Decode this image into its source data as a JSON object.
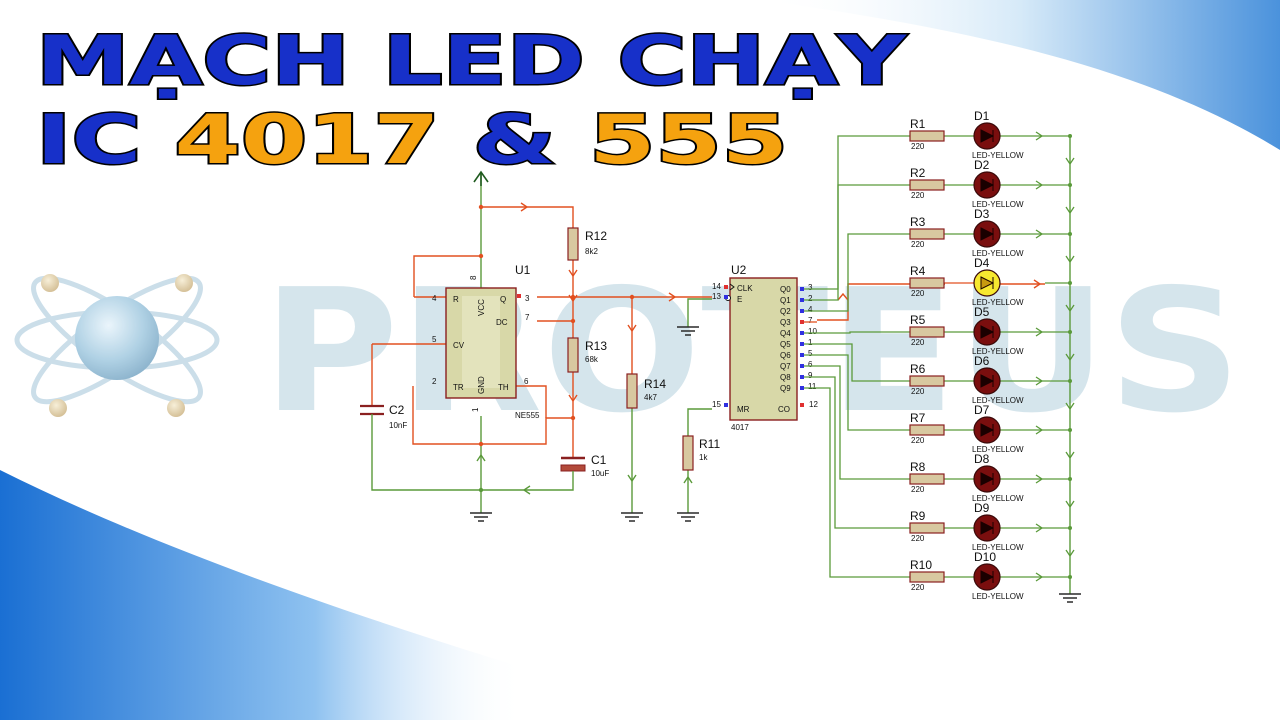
{
  "colors": {
    "title_blue": "#1730c9",
    "title_orange": "#f5a20f",
    "title_outline": "#000000",
    "wire_green": "#5a9a3a",
    "wire_red": "#e25020",
    "body_fill": "#d8d8a8",
    "body_stroke": "#8a2020",
    "pin_red": "#e03030",
    "pin_blue": "#3030e0",
    "led_off": "#7a0e0e",
    "led_on": "#f7e830",
    "watermark": "#c8dde6",
    "swoosh": "#1e78d8"
  },
  "title": {
    "line1": "MẠCH LED CHẠY",
    "line2_a": "IC ",
    "line2_b": "4017",
    "line2_c": " & ",
    "line2_d": "555"
  },
  "watermark_text": "PROTEUS",
  "logo_icon": "atom-logo-icon",
  "u1": {
    "ref": "U1",
    "part": "NE555",
    "pins": {
      "r": "R",
      "vcc": "VCC",
      "q": "Q",
      "dc": "DC",
      "cv": "CV",
      "tr": "TR",
      "gnd": "GND",
      "th": "TH",
      "n4": "4",
      "n8": "8",
      "n3": "3",
      "n7": "7",
      "n5": "5",
      "n2": "2",
      "n1": "1",
      "n6": "6"
    }
  },
  "u2": {
    "ref": "U2",
    "part": "4017",
    "pins": {
      "clk": "CLK",
      "e": "E",
      "mr": "MR",
      "co": "CO",
      "n14": "14",
      "n13": "13",
      "n15": "15",
      "n12": "12"
    },
    "outputs": [
      {
        "label": "Q0",
        "pin": "3"
      },
      {
        "label": "Q1",
        "pin": "2"
      },
      {
        "label": "Q2",
        "pin": "4"
      },
      {
        "label": "Q3",
        "pin": "7"
      },
      {
        "label": "Q4",
        "pin": "10"
      },
      {
        "label": "Q5",
        "pin": "1"
      },
      {
        "label": "Q6",
        "pin": "5"
      },
      {
        "label": "Q7",
        "pin": "6"
      },
      {
        "label": "Q8",
        "pin": "9"
      },
      {
        "label": "Q9",
        "pin": "11"
      }
    ]
  },
  "parts": {
    "r12": {
      "ref": "R12",
      "value": "8k2"
    },
    "r13": {
      "ref": "R13",
      "value": "68k"
    },
    "r14": {
      "ref": "R14",
      "value": "4k7"
    },
    "r11": {
      "ref": "R11",
      "value": "1k"
    },
    "c1": {
      "ref": "C1",
      "value": "10uF"
    },
    "c2": {
      "ref": "C2",
      "value": "10nF"
    }
  },
  "led_rows": [
    {
      "resistor": "R1",
      "rvalue": "220",
      "led": "D1",
      "ltype": "LED-YELLOW",
      "lit": false
    },
    {
      "resistor": "R2",
      "rvalue": "220",
      "led": "D2",
      "ltype": "LED-YELLOW",
      "lit": false
    },
    {
      "resistor": "R3",
      "rvalue": "220",
      "led": "D3",
      "ltype": "LED-YELLOW",
      "lit": false
    },
    {
      "resistor": "R4",
      "rvalue": "220",
      "led": "D4",
      "ltype": "LED-YELLOW",
      "lit": true
    },
    {
      "resistor": "R5",
      "rvalue": "220",
      "led": "D5",
      "ltype": "LED-YELLOW",
      "lit": false
    },
    {
      "resistor": "R6",
      "rvalue": "220",
      "led": "D6",
      "ltype": "LED-YELLOW",
      "lit": false
    },
    {
      "resistor": "R7",
      "rvalue": "220",
      "led": "D7",
      "ltype": "LED-YELLOW",
      "lit": false
    },
    {
      "resistor": "R8",
      "rvalue": "220",
      "led": "D8",
      "ltype": "LED-YELLOW",
      "lit": false
    },
    {
      "resistor": "R9",
      "rvalue": "220",
      "led": "D9",
      "ltype": "LED-YELLOW",
      "lit": false
    },
    {
      "resistor": "R10",
      "rvalue": "220",
      "led": "D10",
      "ltype": "LED-YELLOW",
      "lit": false
    }
  ]
}
